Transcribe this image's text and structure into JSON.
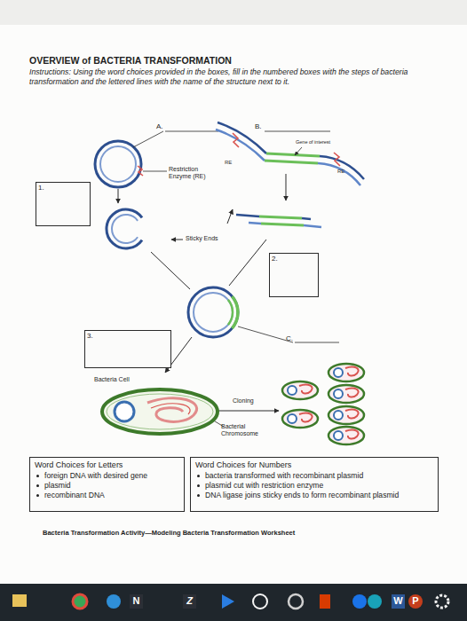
{
  "diagram": {
    "title": "OVERVIEW of BACTERIA TRANSFORMATION",
    "caption": "Bacteria Transformation Activity—Modeling Bacteria Transformation Worksheet",
    "nodes": [
      {
        "text": [
          "1."
        ]
      },
      {
        "text": [
          "2."
        ]
      },
      {
        "text": [
          "3."
        ]
      },
      {
        "text": [
          "Bacteria Cell"
        ]
      },
      {
        "text": [
          "Word Choices for Letters",
          "foreign DNA with desired gene",
          "plasmid",
          "recombinant DNA"
        ]
      },
      {
        "text": [
          "Word Choices for Numbers",
          "bacteria transformed with recombinant plasmid",
          "plasmid cut with restriction enzyme",
          "DNA ligase joins sticky ends to form recombinant plasmid"
        ]
      }
    ],
    "labels": [
      "Instructions: Using the word choices provided in the boxes, fill in the numbered boxes with the steps of bacteria transformation and the lettered lines with the name of the structure next to it.",
      "A.",
      "Restriction Enzyme (RE)",
      "B.",
      "Gene of interest",
      "RE",
      "RE",
      "Sticky Ends",
      "C.",
      "Cloning",
      "Bacterial Chromosome",
      "N",
      "Z",
      "W",
      "P"
    ]
  }
}
